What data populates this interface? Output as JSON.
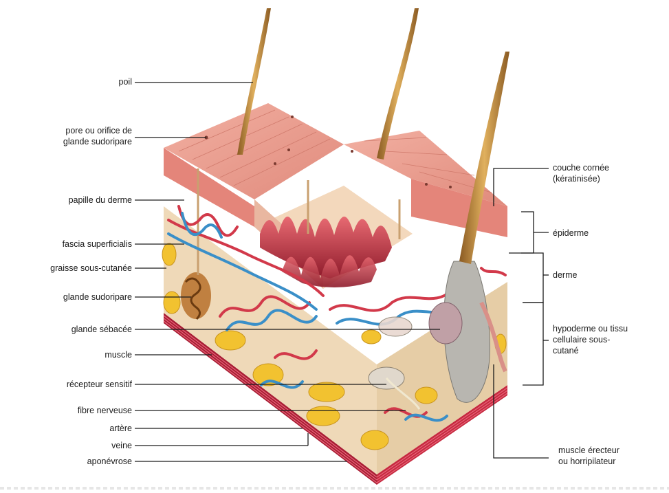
{
  "labels_left": {
    "poil": "poil",
    "pore": [
      "pore ou orifice de",
      "glande sudoripare"
    ],
    "papille": "papille du derme",
    "fascia": "fascia superficialis",
    "graisse": "graisse sous-cutanée",
    "glande_sudoripare": "glande sudoripare",
    "glande_sebacee": "glande sébacée",
    "muscle": "muscle",
    "recepteur": "récepteur sensitif",
    "fibre": "fibre nerveuse",
    "artere": "artère",
    "veine": "veine",
    "aponevrose": "aponévrose"
  },
  "labels_right": {
    "couche_cornee": [
      "couche cornée",
      "(kératinisée)"
    ],
    "epiderme": "épiderme",
    "derme": "derme",
    "hypoderme": [
      "hypoderme ou tissu",
      "cellulaire sous-",
      "cutané"
    ],
    "muscle_erecteur": [
      "muscle érecteur",
      "ou horripilateur"
    ]
  },
  "colors": {
    "skin_top": "#e89a8c",
    "epidermis": "#e4857a",
    "dermis": "#f0d2b0",
    "hypodermis": "#efd9b8",
    "fat": "#f2c230",
    "artery": "#d2394a",
    "vein": "#3a8fc8",
    "hair": "#c9903c",
    "papillae": "#c2303f",
    "aponeurosis": "#b8233a",
    "leader_line": "#1a1a1a"
  }
}
